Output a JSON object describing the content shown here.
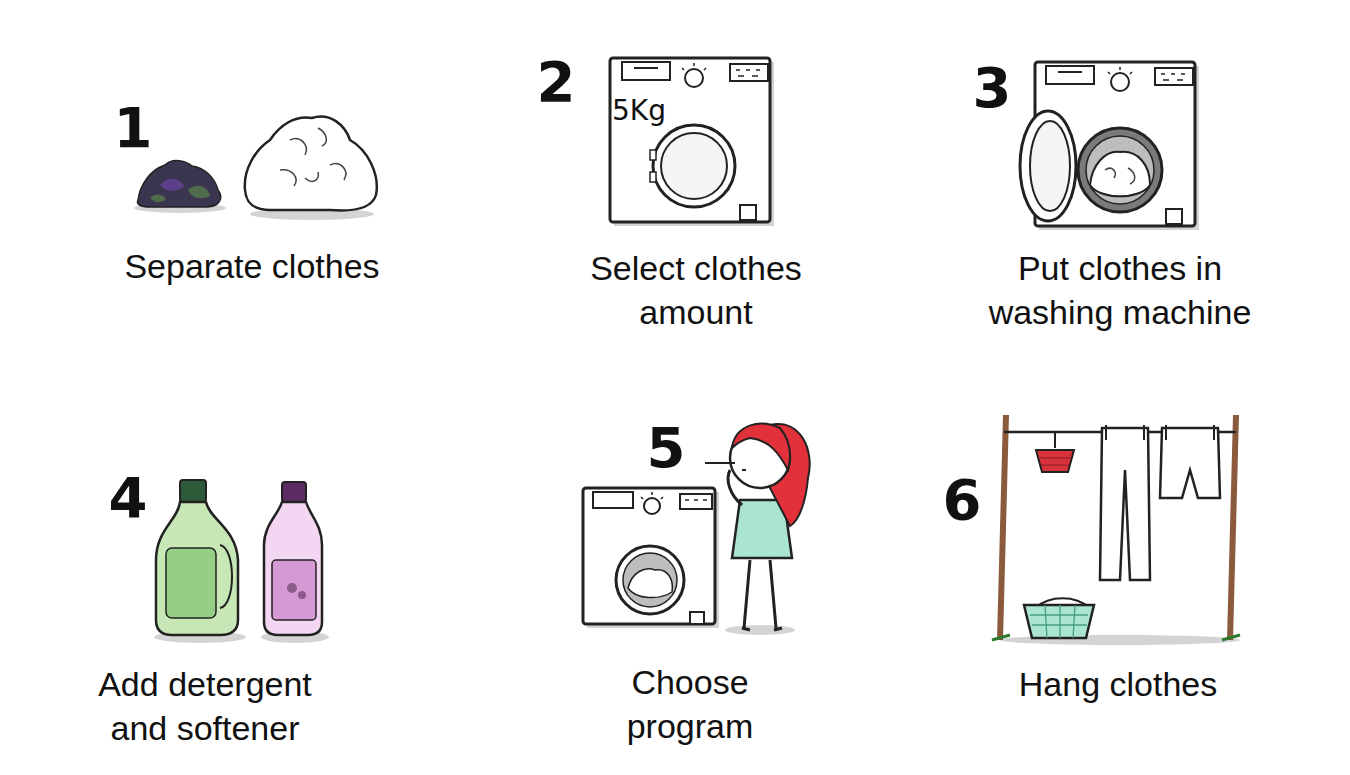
{
  "diagram": {
    "labels": [
      "1",
      "Separate clothes",
      "2",
      "5Kg",
      "Select clothes amount",
      "3",
      "Put clothes in washing machine",
      "4",
      "Add detergent and softener",
      "5",
      "Choose program",
      "6",
      "Hang clothes"
    ]
  }
}
